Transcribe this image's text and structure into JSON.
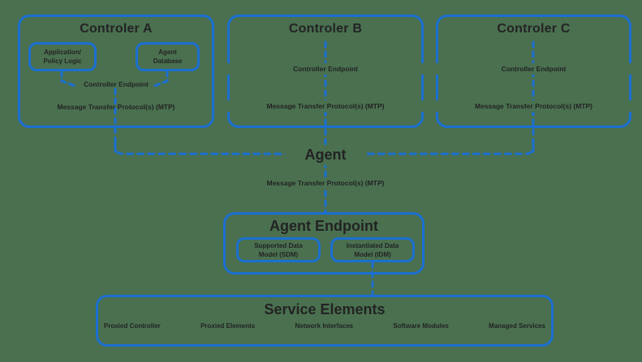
{
  "diagram": {
    "background_color": "#4a7050",
    "accent_color": "#1b6fd1",
    "text_color": "#232323",
    "controllers": [
      {
        "title": "Controler A",
        "endpoint_label": "Controller Endpoint",
        "mtp_label": "Message Transfer Protocol(s) (MTP)",
        "modules": [
          {
            "label": "Application/\nPolicy Logic",
            "line1": "Application/",
            "line2": "Policy Logic"
          },
          {
            "label": "Agent Database",
            "line1": "Agent",
            "line2": "Database"
          }
        ]
      },
      {
        "title": "Controler B",
        "endpoint_label": "Controller Endpoint",
        "mtp_label": "Message Transfer Protocol(s) (MTP)",
        "modules": []
      },
      {
        "title": "Controler C",
        "endpoint_label": "Controller Endpoint",
        "mtp_label": "Message Transfer Protocol(s) (MTP)",
        "modules": []
      }
    ],
    "agent": {
      "title": "Agent",
      "mtp_label": "Message Transfer Protocol(s) (MTP)"
    },
    "agent_endpoint": {
      "title": "Agent Endpoint",
      "modules": [
        {
          "line1": "Supported Data",
          "line2": "Model (SDM)"
        },
        {
          "line1": "Instantiated Data",
          "line2": "Model (IDM)"
        }
      ]
    },
    "service_elements": {
      "title": "Service Elements",
      "items": [
        "Proxied Controller",
        "Proxied Elements",
        "Network Interfaces",
        "Software Modules",
        "Managed Services"
      ]
    }
  }
}
